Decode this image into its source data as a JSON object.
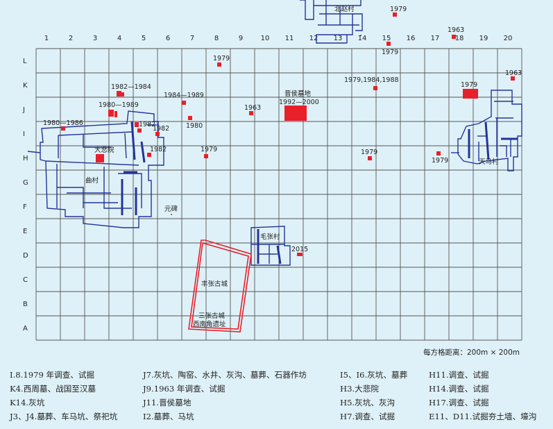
{
  "grid": {
    "columns": [
      "1",
      "2",
      "3",
      "4",
      "5",
      "6",
      "7",
      "8",
      "9",
      "10",
      "11",
      "12",
      "13",
      "14",
      "15",
      "16",
      "17",
      "18",
      "19",
      "20"
    ],
    "rows": [
      "L",
      "K",
      "J",
      "I",
      "H",
      "G",
      "F",
      "E",
      "D",
      "C",
      "B",
      "A"
    ]
  },
  "places": {
    "beizhao": "北赵村",
    "dabeiyuan": "大悲院",
    "qucun": "曲村",
    "yuanbei": "元碑",
    "maozhang": "毛张村",
    "tianma": "天马村",
    "fengzhang": "丰张古城",
    "sanzhang_1": "三张古城",
    "sanzhang_2": "西南角遗址",
    "jinhou_1": "晋侯墓地",
    "jinhou_2": "1992—2000"
  },
  "year_labels": [
    {
      "id": "y1979-top",
      "text": "1979"
    },
    {
      "id": "y1963-top",
      "text": "1963"
    },
    {
      "id": "y1979-15",
      "text": "1979"
    },
    {
      "id": "y1979-L8",
      "text": "1979"
    },
    {
      "id": "y1982-1984",
      "text": "1982—1984"
    },
    {
      "id": "y1984-1989",
      "text": "1984—1989"
    },
    {
      "id": "y1980-1989",
      "text": "1980—1989"
    },
    {
      "id": "y1963-J9",
      "text": "1963"
    },
    {
      "id": "y1980-J7",
      "text": "1980"
    },
    {
      "id": "y1980-1986",
      "text": "1980—1986"
    },
    {
      "id": "y1982-a",
      "text": "1982"
    },
    {
      "id": "y1982-b",
      "text": "1982"
    },
    {
      "id": "y1982-c",
      "text": "1982"
    },
    {
      "id": "y1979-H7",
      "text": "1979"
    },
    {
      "id": "y1979-1984-1988",
      "text": "1979,1984,1988"
    },
    {
      "id": "y1979-H14",
      "text": "1979"
    },
    {
      "id": "y1979-J18",
      "text": "1979"
    },
    {
      "id": "y1963-K20",
      "text": "1963"
    },
    {
      "id": "y1979-H17",
      "text": "1979"
    },
    {
      "id": "y2015",
      "text": "2015"
    }
  ],
  "scale_text": "每方格距离：200m × 200m",
  "legend": [
    [
      "I.8.1979 年调查、试掘",
      "K4.西周墓、战国至汉墓",
      "K14.灰坑",
      "J3、J4.墓葬、车马坑、祭祀坑"
    ],
    [
      "J7.灰坑、陶窑、水井、灰沟、墓葬、石器作坊",
      "J9.1963 年调查、试掘",
      "J11.晋侯墓地",
      "I2.墓葬、马坑"
    ],
    [
      "I5、I6.灰坑、墓葬",
      "H3.大悲院",
      "H5.灰坑、灰沟",
      "H7.调查、试掘"
    ],
    [
      "H11.调查、试掘",
      "H14.调查、试掘",
      "H17.调查、试掘",
      "E11、D11.试掘夯土墙、壕沟"
    ]
  ],
  "colors": {
    "grid": "#555555",
    "village": "#23349a",
    "site": "#e8202a",
    "background": "#dff1f8"
  }
}
